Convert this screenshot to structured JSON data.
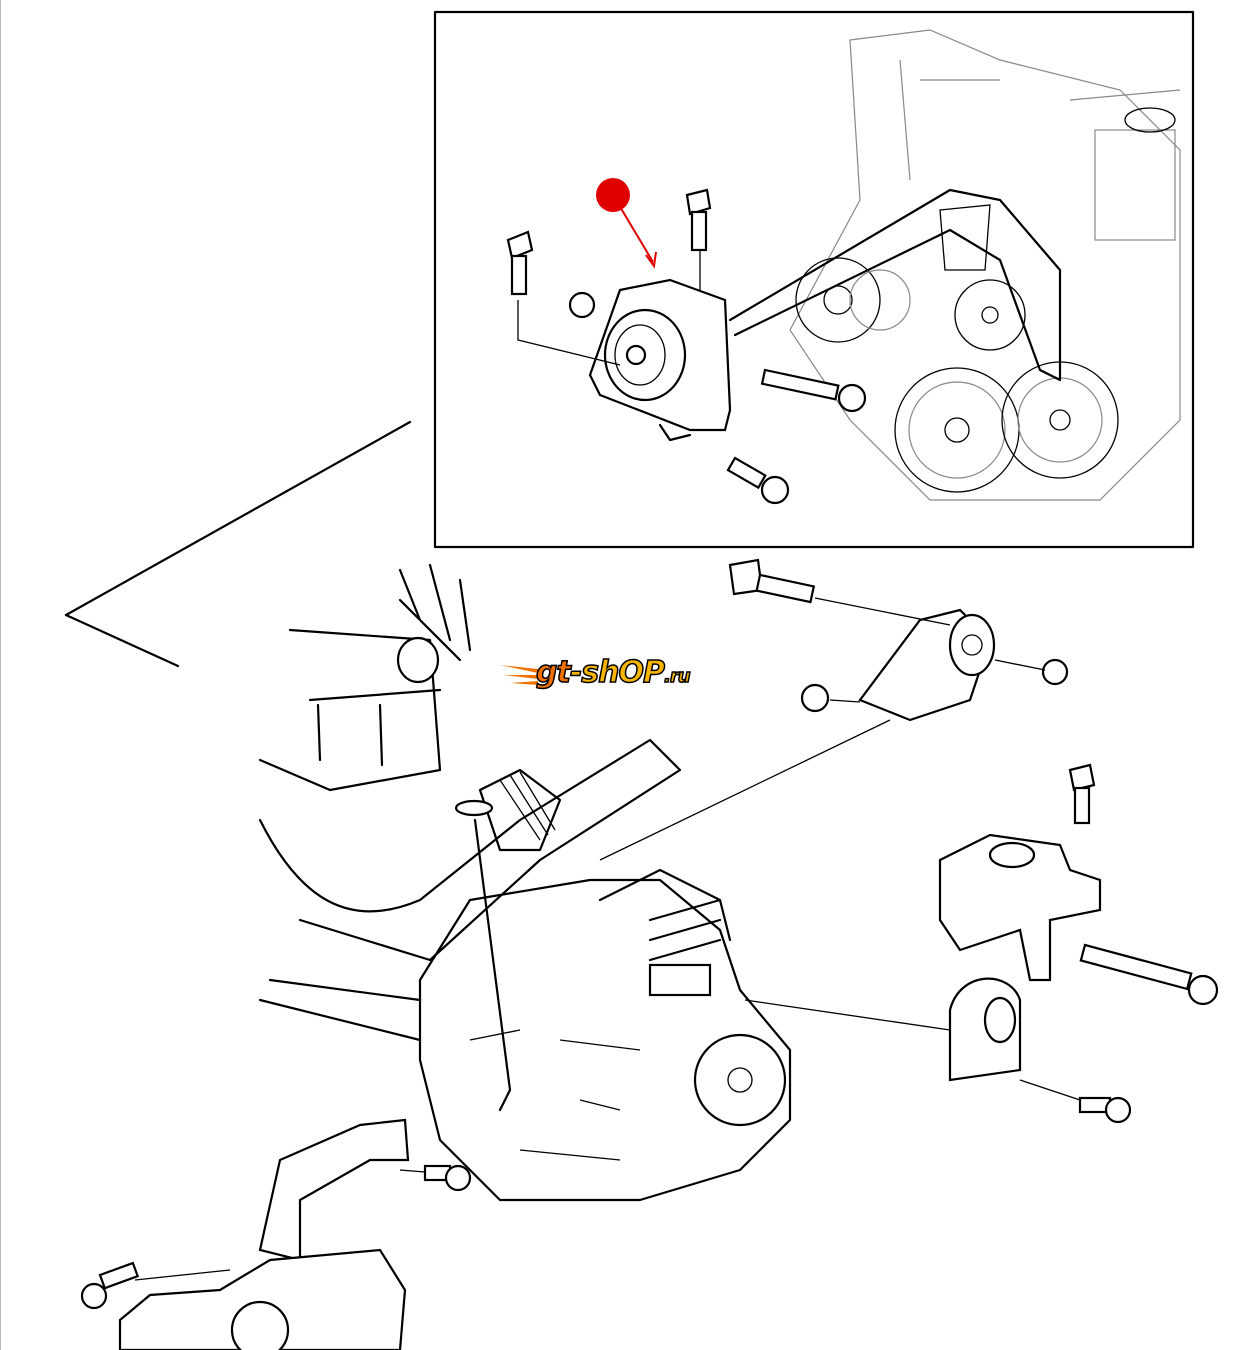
{
  "watermark": {
    "text_prefix": "gt",
    "text_main": "-shOP",
    "text_suffix": ".ru",
    "colors": {
      "prefix": "#f07000",
      "main": "#f7b500"
    }
  },
  "callout": {
    "marker_color": "#e00000",
    "icon": "red-dot-pointer-icon"
  },
  "components": [
    "inset-detail-frame",
    "engine-accessory-drive",
    "idler-pulley-bracket",
    "transaxle",
    "upper-mount",
    "right-mount",
    "left-mount",
    "dipstick-tube"
  ]
}
